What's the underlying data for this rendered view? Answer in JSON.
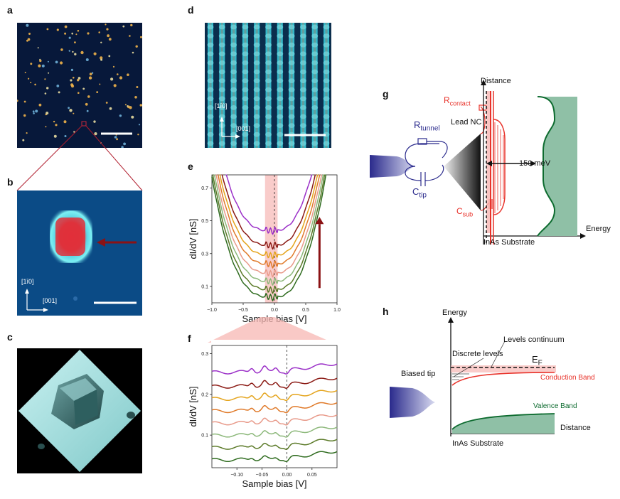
{
  "panels": {
    "a": {
      "label": "a"
    },
    "b": {
      "label": "b",
      "dir1": "[1ī0]",
      "dir2": "[001]"
    },
    "c": {
      "label": "c"
    },
    "d": {
      "label": "d",
      "dir1": "[1ī0]",
      "dir2": "[001]"
    },
    "e": {
      "label": "e"
    },
    "f": {
      "label": "f"
    },
    "g": {
      "label": "g",
      "distance": "Distance",
      "energy": "Energy",
      "r_contact": "R",
      "r_contact_sub": "contact",
      "r_tunnel": "R",
      "r_tunnel_sub": "tunnel",
      "lead_nc": "Lead NC",
      "c_tip": "C",
      "c_tip_sub": "tip",
      "c_sub": "C",
      "c_sub_sub": "sub",
      "gap": "150 meV",
      "substrate": "InAs Substrate"
    },
    "h": {
      "label": "h",
      "energy": "Energy",
      "levels_continuum": "Levels continuum",
      "discrete_levels": "Discrete levels",
      "ef": "E",
      "ef_sub": "F",
      "biased_tip": "Biased tip",
      "conduction_band": "Conduction Band",
      "valence_band": "Valence Band",
      "distance": "Distance",
      "substrate": "InAs Substrate"
    }
  },
  "colors": {
    "curves": [
      "#2e6b1e",
      "#5b7a28",
      "#8cb87a",
      "#e89a8a",
      "#e07a2a",
      "#e4a41c",
      "#8b1a14",
      "#9b30c8"
    ],
    "band_red": "#e8322a",
    "band_green": "#0d6b2f",
    "fill_green": "#8fc0a6",
    "tip_blue": "#2a2a8c",
    "highlight": "#f7b7b3"
  },
  "chart_data": [
    {
      "panel": "e",
      "type": "line",
      "xlabel": "Sample bias [V]",
      "ylabel": "dI/dV [nS]",
      "xlim": [
        -1.0,
        1.0
      ],
      "ylim": [
        0.0,
        0.78
      ],
      "xticks": [
        "−1.0",
        "−0.5",
        "0.0",
        "0.5",
        "1.0"
      ],
      "xtick_values": [
        -1.0,
        -0.5,
        0.0,
        0.5,
        1.0
      ],
      "yticks": [
        "0.1",
        "0.3",
        "0.5",
        "0.7"
      ],
      "ytick_values": [
        0.1,
        0.3,
        0.5,
        0.7
      ],
      "highlight_range": [
        -0.15,
        0.05
      ],
      "dashed_x": 0.0,
      "offsets": [
        0.035,
        0.08,
        0.13,
        0.18,
        0.235,
        0.29,
        0.35,
        0.44
      ]
    },
    {
      "panel": "f",
      "type": "line",
      "xlabel": "Sample bias [V]",
      "ylabel": "dI/dV [nS]",
      "xlim": [
        -0.15,
        0.1
      ],
      "ylim": [
        0.02,
        0.32
      ],
      "xticks": [
        "−0.10",
        "−0.05",
        "0.00",
        "0.05"
      ],
      "xtick_values": [
        -0.1,
        -0.05,
        0.0,
        0.05
      ],
      "yticks": [
        "0.1",
        "0.2",
        "0.3"
      ],
      "ytick_values": [
        0.1,
        0.2,
        0.3
      ],
      "dashed_x": 0.0,
      "offsets": [
        0.04,
        0.07,
        0.1,
        0.13,
        0.16,
        0.19,
        0.22,
        0.255
      ]
    }
  ]
}
